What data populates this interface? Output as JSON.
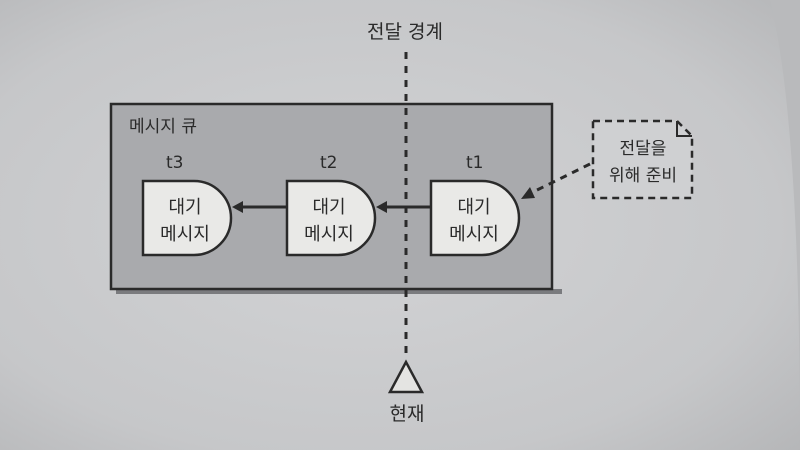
{
  "diagram": {
    "boundary_label": "전달 경계",
    "now_label": "현재",
    "queue_label": "메시지 큐",
    "note": {
      "line1": "전달을",
      "line2": "위해 준비"
    },
    "messages": [
      {
        "time": "t3",
        "line1": "대기",
        "line2": "메시지"
      },
      {
        "time": "t2",
        "line1": "대기",
        "line2": "메시지"
      },
      {
        "time": "t1",
        "line1": "대기",
        "line2": "메시지"
      }
    ],
    "colors": {
      "page": "#c8c9cb",
      "queue_fill": "#a9aaad",
      "message_fill": "#e9e9e7",
      "ink": "#2a2a2a"
    }
  }
}
